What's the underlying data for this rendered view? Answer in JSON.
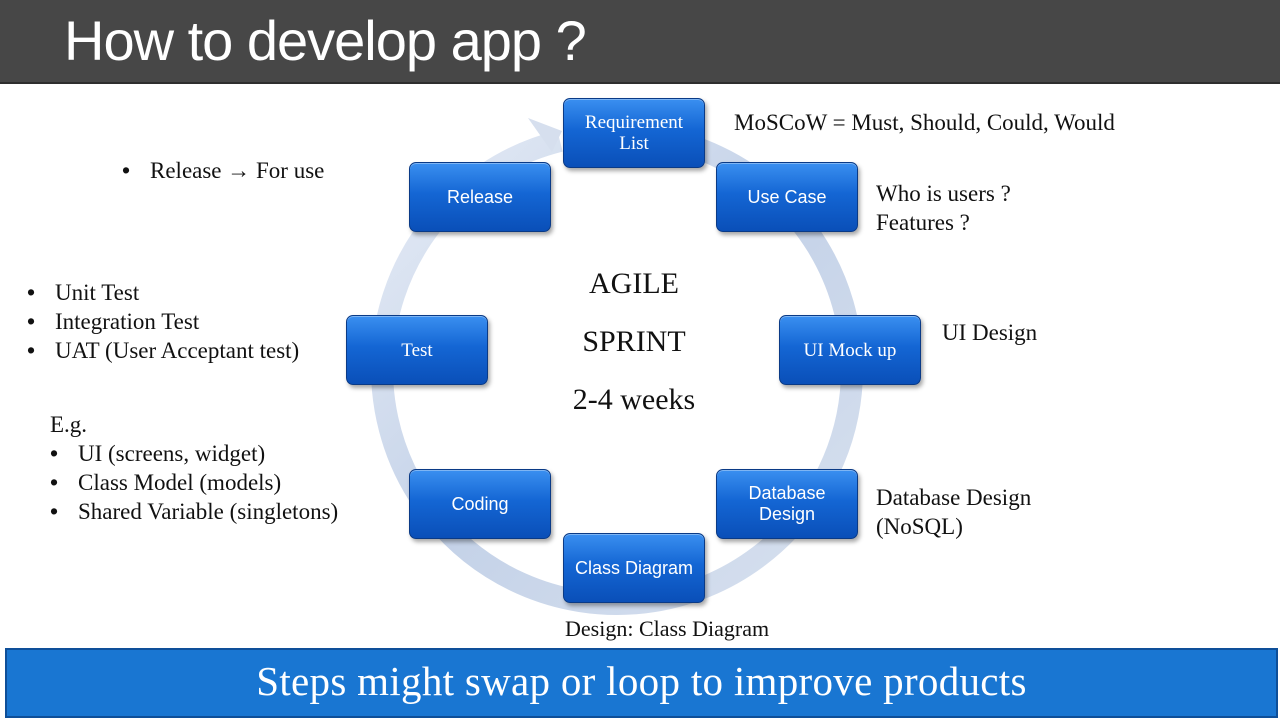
{
  "title": "How to develop app ?",
  "center": {
    "line1": "AGILE",
    "line2": "SPRINT",
    "line3": "2-4 weeks"
  },
  "steps": [
    {
      "label": "Requirement List"
    },
    {
      "label": "Use Case"
    },
    {
      "label": "UI Mock up"
    },
    {
      "label": "Database Design"
    },
    {
      "label": "Class Diagram"
    },
    {
      "label": "Coding"
    },
    {
      "label": "Test"
    },
    {
      "label": "Release"
    }
  ],
  "notes": {
    "requirement": "MoSCoW = Must, Should, Could, Would",
    "use_case": [
      "Who is users ?",
      "Features ?"
    ],
    "ui_mockup": "UI Design",
    "database": [
      "Database Design",
      "(NoSQL)"
    ],
    "class_diagram": "Design: Class Diagram",
    "coding_intro": "E.g.",
    "coding_items": [
      "UI (screens, widget)",
      "Class Model (models)",
      "Shared Variable (singletons)"
    ],
    "test_items": [
      "Unit Test",
      "Integration Test",
      "UAT (User Acceptant test)"
    ],
    "release_items": [
      "Release → For use"
    ]
  },
  "footer": "Steps might swap or loop to improve products",
  "colors": {
    "title_bar": "#474747",
    "step_blue": "#1466d4",
    "footer_blue": "#1976d2",
    "cycle_arrow": "#c9d6ea"
  }
}
